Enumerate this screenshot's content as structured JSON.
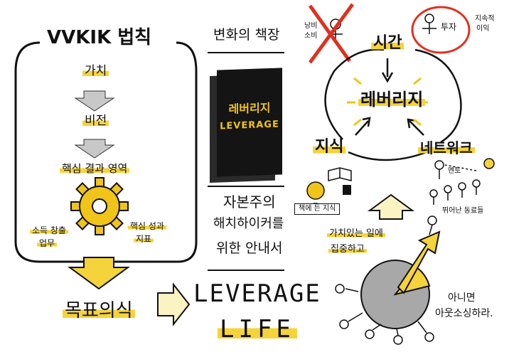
{
  "left_panel": {
    "title": "VVKIK 법칙",
    "steps": [
      "가치",
      "비전",
      "핵심 결과 영역"
    ],
    "gear_left_label": [
      "소득 창출",
      "업무"
    ],
    "gear_right_label": [
      "핵심 성과",
      "지표"
    ],
    "result": "목표의식"
  },
  "center_panel": {
    "top_title": "변화의 책장",
    "book_title_ko": "레버리지",
    "book_title_en": "LEVERAGE",
    "guide_lines": [
      "자본주의",
      "해치하이커를",
      "위한 안내서"
    ],
    "leverage_life_line1": "LEVERAGE",
    "leverage_life_line2": "LIFE"
  },
  "right_panel": {
    "crossed_out_label": [
      "낭비",
      "소비"
    ],
    "investment_label": "투자",
    "investment_annotation": [
      "지속적",
      "이익"
    ],
    "time": "시간",
    "leverage_center": "레버리지",
    "knowledge": "지식",
    "network": "네트워크",
    "book_ribbon": "책에 든 지식",
    "mentor_label": "멘토",
    "people_label": "뛰어난 동료들",
    "focus_note": [
      "가치있는 일에",
      "집중하고"
    ],
    "outsource_note": [
      "아니면",
      "아웃소싱하라."
    ]
  },
  "colors": {
    "highlight": "#f5d33a",
    "cross_red": "#e0301e",
    "ink": "#111111",
    "book_cover": "#141414",
    "pie_gray": "#a8a8a8",
    "arrow_gray": "#c8c8c8"
  }
}
